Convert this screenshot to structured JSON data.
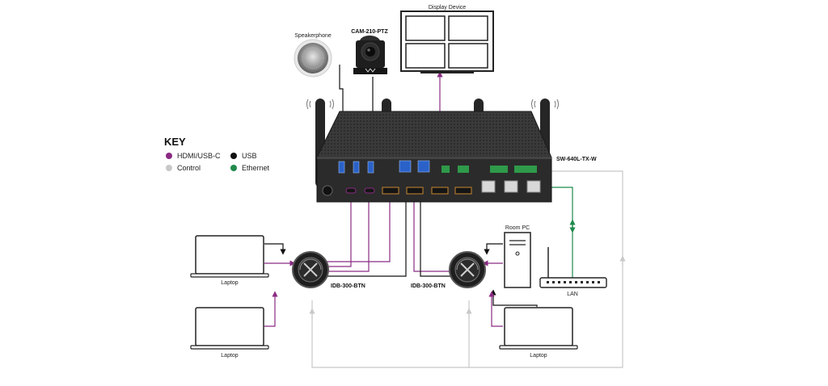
{
  "labels": {
    "display_device": "Display Device",
    "camera": "CAM-210-PTZ",
    "speakerphone": "Speakerphone",
    "switcher": "SW-640L-TX-W",
    "room_pc": "Room PC",
    "lan": "LAN",
    "laptop_1": "Laptop",
    "laptop_2": "Laptop",
    "laptop_3": "Laptop",
    "button_1": "IDB-300-BTN",
    "button_2": "IDB-300-BTN"
  },
  "key": {
    "title": "KEY",
    "items": [
      {
        "label": "HDMI/USB-C",
        "color": "#8a2b83"
      },
      {
        "label": "USB",
        "color": "#111111"
      },
      {
        "label": "Control",
        "color": "#c8c8c8"
      },
      {
        "label": "Ethernet",
        "color": "#1f8a4c"
      }
    ]
  },
  "colors": {
    "hdmi": "#8a2b83",
    "usb": "#111111",
    "control": "#c8c8c8",
    "ethernet": "#1f8a4c",
    "device_body": "#2b2b2b"
  }
}
